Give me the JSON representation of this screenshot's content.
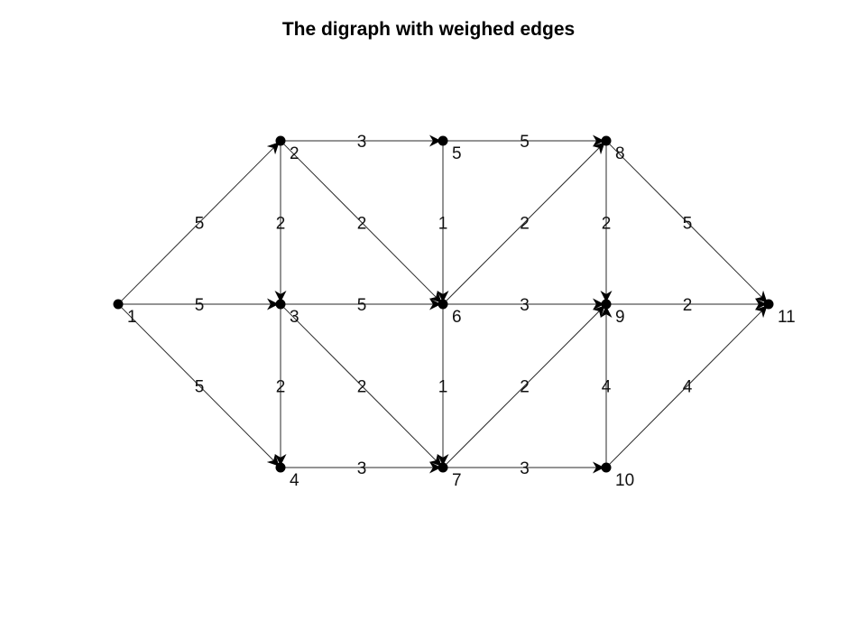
{
  "title": "The digraph with weighed edges",
  "colors": {
    "node": "#000000",
    "edge": "#2a2a2a",
    "background": "#ffffff"
  },
  "nodes": [
    {
      "id": "1",
      "label": "1"
    },
    {
      "id": "2",
      "label": "2"
    },
    {
      "id": "3",
      "label": "3"
    },
    {
      "id": "4",
      "label": "4"
    },
    {
      "id": "5",
      "label": "5"
    },
    {
      "id": "6",
      "label": "6"
    },
    {
      "id": "7",
      "label": "7"
    },
    {
      "id": "8",
      "label": "8"
    },
    {
      "id": "9",
      "label": "9"
    },
    {
      "id": "10",
      "label": "10"
    },
    {
      "id": "11",
      "label": "11"
    }
  ],
  "edges": [
    {
      "from": "1",
      "to": "2",
      "weight": "5"
    },
    {
      "from": "1",
      "to": "3",
      "weight": "5"
    },
    {
      "from": "1",
      "to": "4",
      "weight": "5"
    },
    {
      "from": "2",
      "to": "5",
      "weight": "3"
    },
    {
      "from": "2",
      "to": "3",
      "weight": "2"
    },
    {
      "from": "2",
      "to": "6",
      "weight": "2"
    },
    {
      "from": "3",
      "to": "6",
      "weight": "5"
    },
    {
      "from": "3",
      "to": "4",
      "weight": "2"
    },
    {
      "from": "3",
      "to": "7",
      "weight": "2"
    },
    {
      "from": "4",
      "to": "7",
      "weight": "3"
    },
    {
      "from": "5",
      "to": "8",
      "weight": "5"
    },
    {
      "from": "5",
      "to": "6",
      "weight": "1"
    },
    {
      "from": "6",
      "to": "8",
      "weight": "2"
    },
    {
      "from": "6",
      "to": "9",
      "weight": "3"
    },
    {
      "from": "6",
      "to": "7",
      "weight": "1"
    },
    {
      "from": "7",
      "to": "9",
      "weight": "2"
    },
    {
      "from": "7",
      "to": "10",
      "weight": "3"
    },
    {
      "from": "8",
      "to": "11",
      "weight": "5"
    },
    {
      "from": "8",
      "to": "9",
      "weight": "2"
    },
    {
      "from": "9",
      "to": "11",
      "weight": "2"
    },
    {
      "from": "10",
      "to": "9",
      "weight": "4"
    },
    {
      "from": "10",
      "to": "11",
      "weight": "4"
    }
  ]
}
